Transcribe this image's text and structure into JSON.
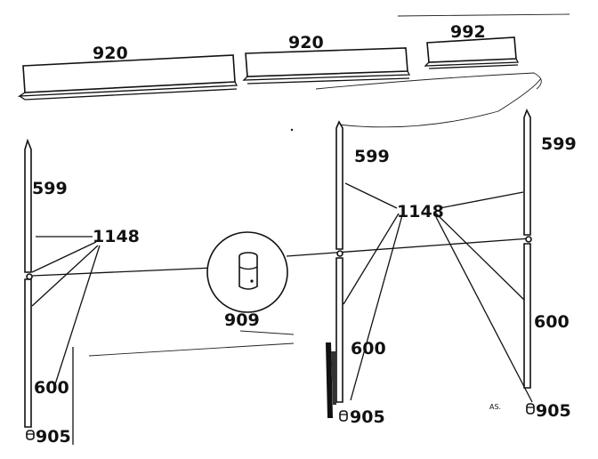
{
  "parts": {
    "shelf_920_a": "920",
    "shelf_920_b": "920",
    "shelf_992": "992",
    "upright_599_left": "599",
    "upright_599_mid": "599",
    "upright_599_right": "599",
    "bracket_1148_left": "1148",
    "bracket_1148_center": "1148",
    "connector_909": "909",
    "upright_600_left": "600",
    "upright_600_mid": "600",
    "upright_600_right": "600",
    "foot_905_left": "905",
    "foot_905_mid": "905",
    "foot_905_right": "905"
  },
  "marks": {
    "corner_code": "AS."
  }
}
